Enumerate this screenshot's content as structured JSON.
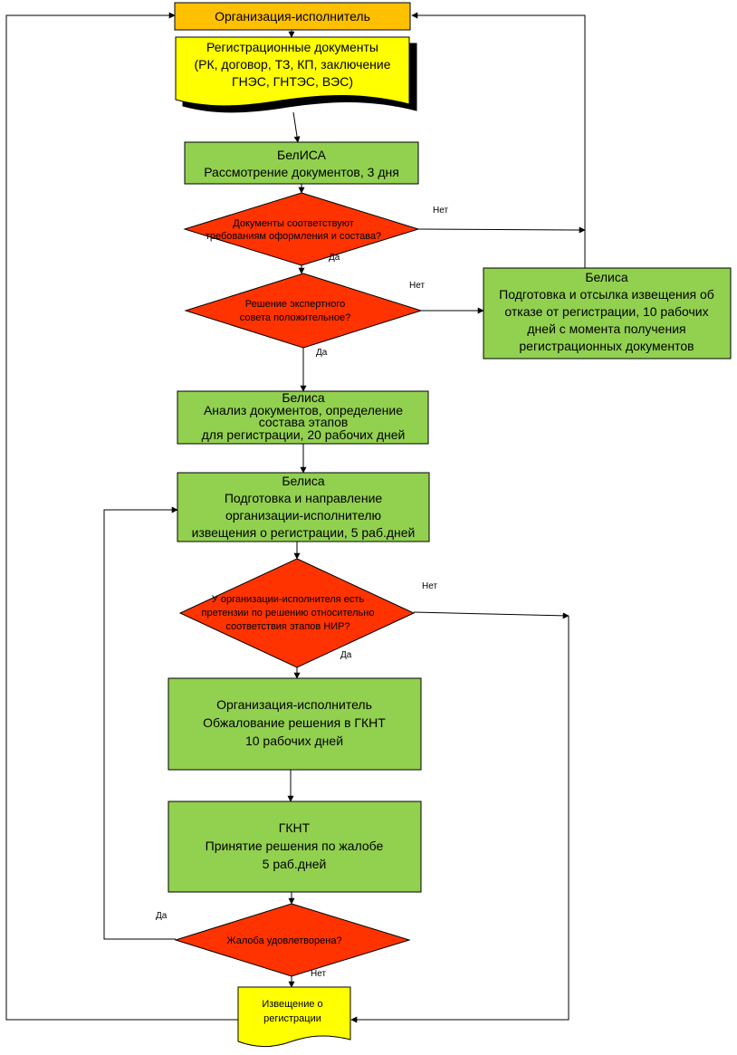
{
  "nodes": {
    "org_executor": {
      "lines": [
        "Организация-исполнитель"
      ]
    },
    "reg_documents": {
      "lines": [
        "Регистрационные документы",
        "(РК, договор, ТЗ, КП, заключение",
        "ГНЭС, ГНТЭС, ВЭС)"
      ]
    },
    "belisa_review": {
      "lines": [
        "БелИСА",
        "Рассмотрение документов, 3 дня"
      ]
    },
    "check_docs": {
      "lines": [
        "Документы соответствуют",
        "требованиям оформления и состава?"
      ]
    },
    "check_expert": {
      "lines": [
        "Решение экспертного",
        "совета положительное?"
      ]
    },
    "refusal": {
      "lines": [
        "Белиса",
        "Подготовка и отсылка извещения об",
        "отказе от регистрации, 10 рабочих",
        "дней с момента получения",
        "регистрационных документов"
      ]
    },
    "analysis": {
      "lines": [
        "Белиса",
        "Анализ документов, определение",
        "состава этапов",
        "для регистрации, 20 рабочих дней"
      ]
    },
    "notice_prep": {
      "lines": [
        "Белиса",
        "Подготовка и направление",
        "организации-исполнителю",
        "извещения о регистрации, 5 раб.дней"
      ]
    },
    "check_claims": {
      "lines": [
        "У организации-исполнителя есть",
        "претензии по решению относительно",
        "соответствия этапов НИР?"
      ]
    },
    "appeal": {
      "lines": [
        "Организация-исполнитель",
        "Обжалование решения в ГКНТ",
        "10 рабочих дней"
      ]
    },
    "gknt_decision": {
      "lines": [
        "ГКНТ",
        "Принятие решения по жалобе",
        "5 раб.дней"
      ]
    },
    "check_complaint": {
      "lines": [
        "Жалоба удовлетворена?"
      ]
    },
    "reg_notice": {
      "lines": [
        "Извещение о",
        "регистрации"
      ]
    }
  },
  "edge_labels": {
    "docs_no": "Нет",
    "docs_yes": "Да",
    "expert_no": "Нет",
    "expert_yes": "Да",
    "claims_no": "Нет",
    "claims_yes": "Да",
    "complaint_yes": "Да",
    "complaint_no": "Нет"
  },
  "colors": {
    "process": "#92d050",
    "decision": "#ff3300",
    "start": "#ffc000",
    "document": "#ffff00",
    "line": "#000000"
  }
}
